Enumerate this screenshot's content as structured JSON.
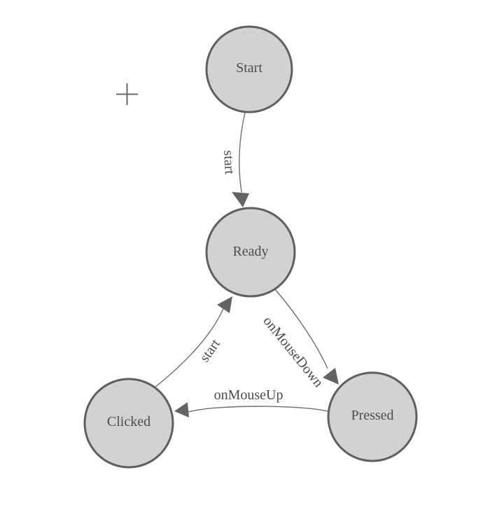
{
  "diagram": {
    "type": "finite-state-machine",
    "colors": {
      "background": "#ffffff",
      "node_fill": "#d2d2d2",
      "node_border": "#5f5f5f",
      "node_text": "#4d4d4d",
      "edge_line": "#6e6e6e",
      "edge_text": "#4a4a4a",
      "arrowhead": "#636363",
      "crosshair": "#696969"
    },
    "nodes": [
      {
        "label": "Start"
      },
      {
        "label": "Ready"
      },
      {
        "label": "Clicked"
      },
      {
        "label": "Pressed"
      }
    ],
    "edges": [
      {
        "label": "start",
        "from": "Start",
        "to": "Ready"
      },
      {
        "label": "start",
        "from": "Clicked",
        "to": "Ready"
      },
      {
        "label": "onMouseDown",
        "from": "Ready",
        "to": "Pressed"
      },
      {
        "label": "onMouseUp",
        "from": "Pressed",
        "to": "Clicked"
      }
    ],
    "cursor": {
      "shape": "plus-crosshair"
    }
  }
}
